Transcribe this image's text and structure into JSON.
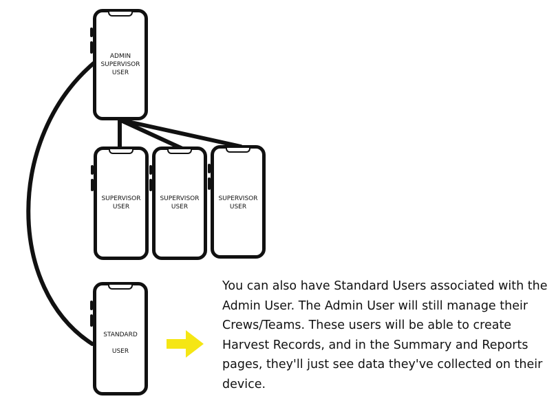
{
  "diagram": {
    "admin_phone": {
      "label": "ADMIN\nSUPERVISOR\nUSER"
    },
    "supervisor_phones": [
      {
        "label": "SUPERVISOR\nUSER"
      },
      {
        "label": "SUPERVISOR\nUSER"
      },
      {
        "label": "SUPERVISOR\nUSER"
      }
    ],
    "standard_phone": {
      "label": "STANDARD\n\nUSER"
    },
    "arrow_color": "#f5e614",
    "description": "You can also have Standard Users associated with the Admin User. The Admin User will still manage their Crews/Teams. These users will be able to create Harvest Records, and in the Summary and Reports pages, they'll just see data they've collected on their device."
  }
}
